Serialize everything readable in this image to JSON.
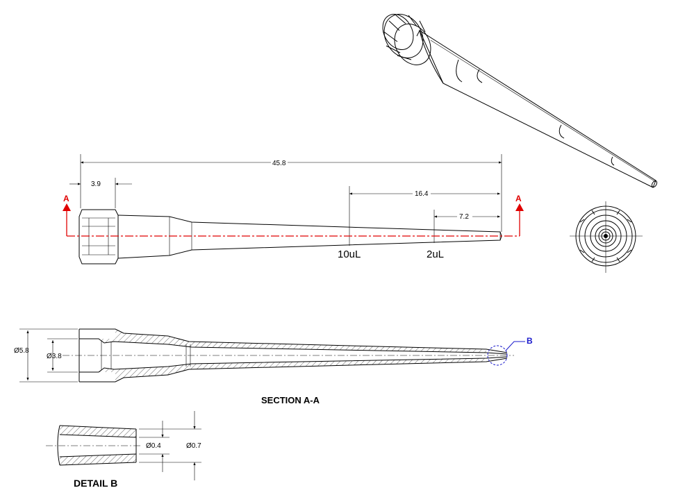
{
  "colors": {
    "line": "#000000",
    "section_marker": "#e00000",
    "detail_marker": "#1a1acc"
  },
  "dimensions": {
    "overall_length": "45.8",
    "collar_length": "3.9",
    "mark_10ul": "16.4",
    "mark_2ul": "7.2"
  },
  "marks": {
    "vol_10": "10uL",
    "vol_2": "2uL"
  },
  "section_markers": {
    "left": "A",
    "right": "A",
    "detail": "B"
  },
  "section": {
    "caption": "SECTION A-A",
    "outer_diameter": "Ø5.8",
    "inner_diameter": "Ø3.8"
  },
  "detail": {
    "caption": "DETAIL B",
    "inner_diameter": "Ø0.4",
    "outer_diameter": "Ø0.7"
  }
}
